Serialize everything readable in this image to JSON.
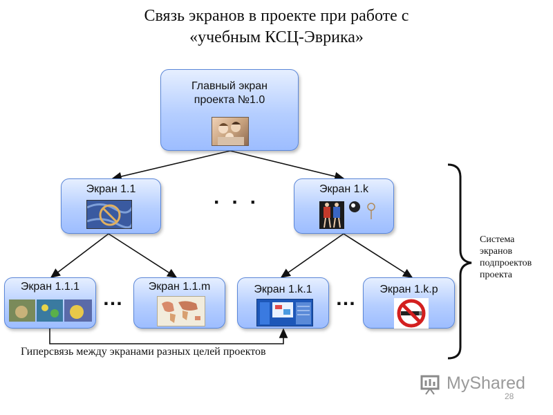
{
  "title": "Связь экранов в проекте при работе с\n«учебным КСЦ-Эврика»",
  "nodes": {
    "main": "Главный экран\nпроекта №1.0",
    "screen_1_1": "Экран 1.1",
    "screen_1_k": "Экран 1.k",
    "screen_1_1_1": "Экран 1.1.1",
    "screen_1_1_m": "Экран 1.1.m",
    "screen_1_k_1": "Экран 1.k.1",
    "screen_1_k_p": "Экран 1.k.p"
  },
  "ellipsis": "…",
  "ellipsis_mid": "· · ·",
  "side_note": "Система\nэкранов\nподпроектов\nпроекта",
  "hyperlink_label": "Гиперсвязь между экранами разных целей проектов",
  "logo": {
    "text": "MyShared"
  },
  "slide_number": "28",
  "icons": {
    "main": "family-photo-icon",
    "screen_1_1": "no-smoking-photo-icon",
    "screen_1_k": "sports-icon",
    "screen_1_1_1": "food-photos-icon",
    "screen_1_1_m": "world-map-icon",
    "screen_1_k_1": "software-screenshot-icon",
    "screen_1_k_p": "no-smoking-sign-icon"
  },
  "colors": {
    "node_border": "#5a86d8",
    "node_fill": "#b5ceff",
    "arrow": "#111111",
    "no_sign": "#d31f1f"
  }
}
